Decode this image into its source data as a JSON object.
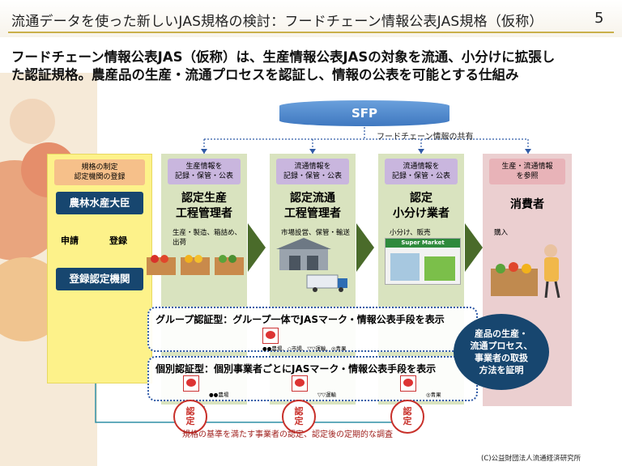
{
  "header": {
    "title": "流通データを使った新しいJAS規格の検討：フードチェーン情報公表JAS規格（仮称）",
    "page_number": "5"
  },
  "lead": {
    "line1": "フードチェーン情報公表JAS（仮称）は、生産情報公表JASの対象を流通、小分けに拡張し",
    "line2": "た認証規格。農産品の生産・流通プロセスを認証し、情報の公表を可能とする仕組み"
  },
  "sfp": {
    "label": "SFP",
    "share_label": "フードチェーン情報の共有"
  },
  "registration": {
    "tag": "規格の制定\n認定機関の登録",
    "ministry": "農林水産大臣",
    "apply": "申請",
    "register": "登録",
    "body": "登録認定機関"
  },
  "columns": [
    {
      "tag": "生産情報を\n記録・保管・公表",
      "role": "認定生産\n工程管理者",
      "desc": "生産・製造、箱詰め、\n出荷"
    },
    {
      "tag": "流通情報を\n記録・保管・公表",
      "role": "認定流通\n工程管理者",
      "desc": "市場設営、保管・輸送"
    },
    {
      "tag": "流通情報を\n記録・保管・公表",
      "role": "認定\n小分け業者",
      "desc": "小分け、販売",
      "store_sign": "Super Market"
    },
    {
      "tag": "生産・流通情報\nを参照",
      "role": "消費者",
      "desc": "購入"
    }
  ],
  "group_cert": {
    "text": "グループ認証型：グループ一体でJASマーク・情報公表手段を表示",
    "members": "●●農場、◇市場、▽▽運輸、◎青果"
  },
  "individual_cert": {
    "text": "個別認証型：個別事業者ごとにJASマーク・情報公表手段を表示",
    "labels": [
      "●●農場",
      "▽▽運輸",
      "◎青果"
    ]
  },
  "oval_text": "産品の生産・\n流通プロセス、\n事業者の取扱\n方法を証明",
  "seal_text": "認\n定",
  "footnote": "規格の基準を満たす事業者の認定、認定後の定期的な調査",
  "copyright": "(C)公益財団法人流通経済研究所",
  "colors": {
    "navy": "#17466f",
    "arrow_green": "#4a6b2a",
    "column_green": "#d9e3bf",
    "consumer_pink": "#ebcfd0",
    "registration_yellow": "#fdf28a",
    "seal_red": "#c8302a"
  }
}
